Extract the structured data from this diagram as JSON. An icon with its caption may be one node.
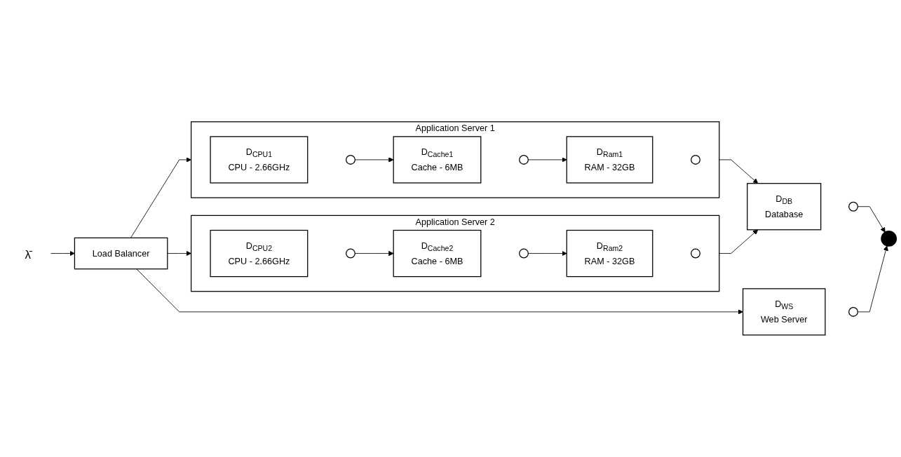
{
  "diagram": {
    "nodes": [
      {
        "text": [
          "λ̄"
        ]
      },
      {
        "text": [
          "Load Balancer"
        ]
      },
      {
        "text": [
          "Application Server 1"
        ]
      },
      {
        "text": [
          "D$_{CPU1}$",
          "CPU - 2.66GHz"
        ],
        "in": 2
      },
      {
        "text": [],
        "shape": "circle",
        "in": 2
      },
      {
        "text": [
          "D$_{Cache1}$",
          "Cache - 6MB"
        ],
        "in": 2
      },
      {
        "text": [],
        "shape": "circle",
        "in": 2
      },
      {
        "text": [
          "D$_{Ram1}$",
          "RAM - 32GB"
        ],
        "in": 2
      },
      {
        "text": [],
        "shape": "circle",
        "in": 2
      },
      {
        "text": [
          "Application Server 2"
        ]
      },
      {
        "text": [
          "D$_{CPU2}$",
          "CPU - 2.66GHz"
        ],
        "in": 9
      },
      {
        "text": [],
        "shape": "circle",
        "in": 9
      },
      {
        "text": [
          "D$_{Cache2}$",
          "Cache - 6MB"
        ],
        "in": 9
      },
      {
        "text": [],
        "shape": "circle",
        "in": 9
      },
      {
        "text": [
          "D$_{Ram2}$",
          "RAM - 32GB"
        ],
        "in": 9
      },
      {
        "text": [],
        "shape": "circle",
        "in": 9
      },
      {
        "text": [
          "D$_{DB}$",
          "Database"
        ]
      },
      {
        "text": [],
        "shape": "circle"
      },
      {
        "text": [
          "D$_{WS}$",
          "Web Server"
        ]
      },
      {
        "text": [],
        "shape": "circle"
      },
      {
        "text": [],
        "shape": "circle"
      }
    ],
    "edges": [
      {
        "from": 0,
        "to": 1,
        "arrow": "to"
      },
      {
        "from": 1,
        "to": 2,
        "arrow": "to"
      },
      {
        "from": 1,
        "to": 9,
        "arrow": "to"
      },
      {
        "from": 1,
        "to": 18,
        "arrow": "to"
      },
      {
        "from": 4,
        "to": 5,
        "arrow": "to"
      },
      {
        "from": 6,
        "to": 7,
        "arrow": "to"
      },
      {
        "from": 11,
        "to": 12,
        "arrow": "to"
      },
      {
        "from": 13,
        "to": 14,
        "arrow": "to"
      },
      {
        "from": 2,
        "to": 16,
        "arrow": "to"
      },
      {
        "from": 9,
        "to": 16,
        "arrow": "to"
      },
      {
        "from": 17,
        "to": 20,
        "arrow": "to"
      },
      {
        "from": 19,
        "to": 20,
        "arrow": "to"
      }
    ]
  }
}
